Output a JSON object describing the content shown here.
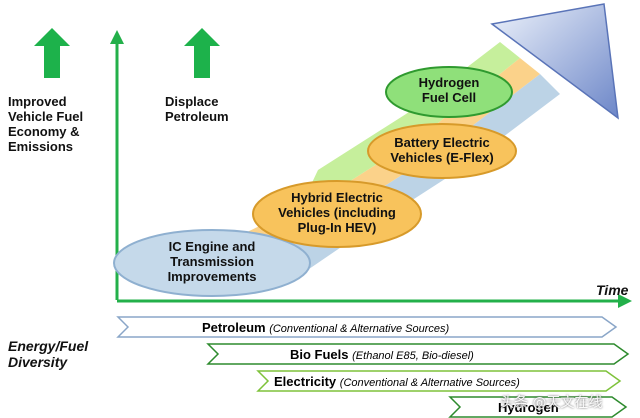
{
  "goals": {
    "improved": "Improved Vehicle Fuel Economy & Emissions",
    "displace": "Displace Petroleum"
  },
  "axis": {
    "time_label": "Time"
  },
  "stages": [
    {
      "text": "IC Engine and Transmission Improvements",
      "color": "#c5d9ea"
    },
    {
      "text": "Hybrid Electric Vehicles (including Plug-In HEV)",
      "color": "#f8c35c"
    },
    {
      "text": "Battery Electric Vehicles (E-Flex)",
      "color": "#f8c35c"
    },
    {
      "text": "Hydrogen Fuel Cell",
      "color": "#8fe07a"
    }
  ],
  "diversity": {
    "title": "Energy/Fuel Diversity",
    "fuels": [
      {
        "name": "Petroleum",
        "detail": "(Conventional & Alternative Sources)"
      },
      {
        "name": "Bio Fuels",
        "detail": "(Ethanol E85, Bio-diesel)"
      },
      {
        "name": "Electricity",
        "detail": "(Conventional & Alternative Sources)"
      },
      {
        "name": "Hydrogen",
        "detail": ""
      }
    ]
  },
  "watermark": "头条 @天文在线",
  "colors": {
    "green_arrow": "#1db24b",
    "axis": "#23b04a",
    "band_blue": "#bcd3e6",
    "band_orange": "#fbd28a",
    "band_green": "#c6ef9c"
  }
}
